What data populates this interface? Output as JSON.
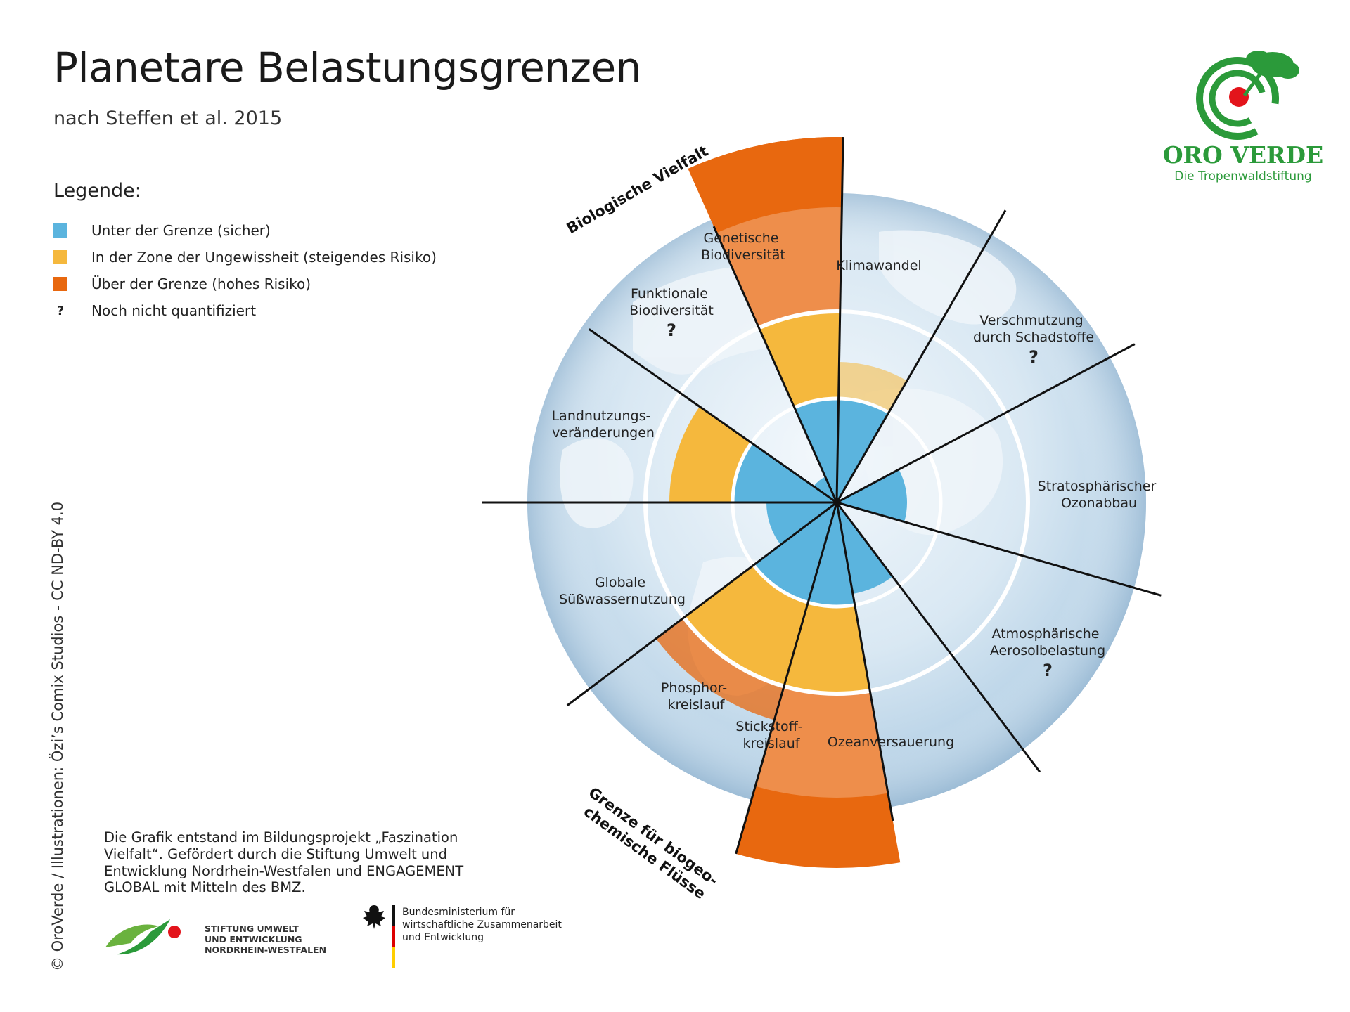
{
  "header": {
    "title": "Planetare Belastungsgrenzen",
    "subtitle": "nach Steffen et al. 2015"
  },
  "legend": {
    "heading": "Legende:",
    "items": [
      {
        "label": "Unter der Grenze (sicher)",
        "color": "#5bb4de"
      },
      {
        "label": "In der Zone der Ungewissheit (steigendes Risiko)",
        "color": "#f5b83d"
      },
      {
        "label": "Über der Grenze (hohes Risiko)",
        "color": "#e8680f"
      },
      {
        "label": "Noch nicht quantifiziert",
        "symbol": "?"
      }
    ]
  },
  "colors": {
    "safe": "#5bb4de",
    "uncertain": "#f5b83d",
    "high_risk": "#e8680f",
    "brand_green": "#2b9a3a",
    "brand_red": "#e3141b"
  },
  "diagram": {
    "labels": {
      "genetische": [
        "Genetische",
        "Biodiversität"
      ],
      "funktionale": [
        "Funktionale",
        "Biodiversität"
      ],
      "klimawandel": [
        "Klimawandel"
      ],
      "schadstoffe": [
        "Verschmutzung",
        "durch Schadstoffe"
      ],
      "ozon": [
        "Stratosphärischer",
        "Ozonabbau"
      ],
      "aerosol": [
        "Atmosphärische",
        "Aerosolbelastung"
      ],
      "ozean": [
        "Ozeanversauerung"
      ],
      "stickstoff": [
        "Stickstoff-",
        "kreislauf"
      ],
      "phosphor": [
        "Phosphor-",
        "kreislauf"
      ],
      "suesswasser": [
        "Globale",
        "Süßwassernutzung"
      ],
      "landnutzung": [
        "Landnutzungs-",
        "veränderungen"
      ]
    },
    "question_mark": "?",
    "group_biological": "Biologische Vielfalt",
    "group_biogeo": [
      "Grenze für biogeo-",
      "chemische Flüsse"
    ]
  },
  "credit": "© OroVerde / Illustrationen: Özi’s Comix Studios  -  CC ND-BY 4.0",
  "footer_text": "Die Grafik entstand im Bildungsprojekt „Faszination Vielfalt“. Gefördert durch die Stiftung Umwelt und Entwicklung Nordrhein-Westfalen und ENGAGEMENT GLOBAL mit Mitteln des BMZ.",
  "logos": {
    "oroverde_name": "ORO VERDE",
    "oroverde_tagline": "Die Tropenwaldstiftung",
    "sue_lines": [
      "STIFTUNG UMWELT",
      "UND ENTWICKLUNG",
      "NORDRHEIN-WESTFALEN"
    ],
    "bmz_lines": [
      "Bundesministerium für",
      "wirtschaftliche Zusammenarbeit",
      "und Entwicklung"
    ]
  }
}
